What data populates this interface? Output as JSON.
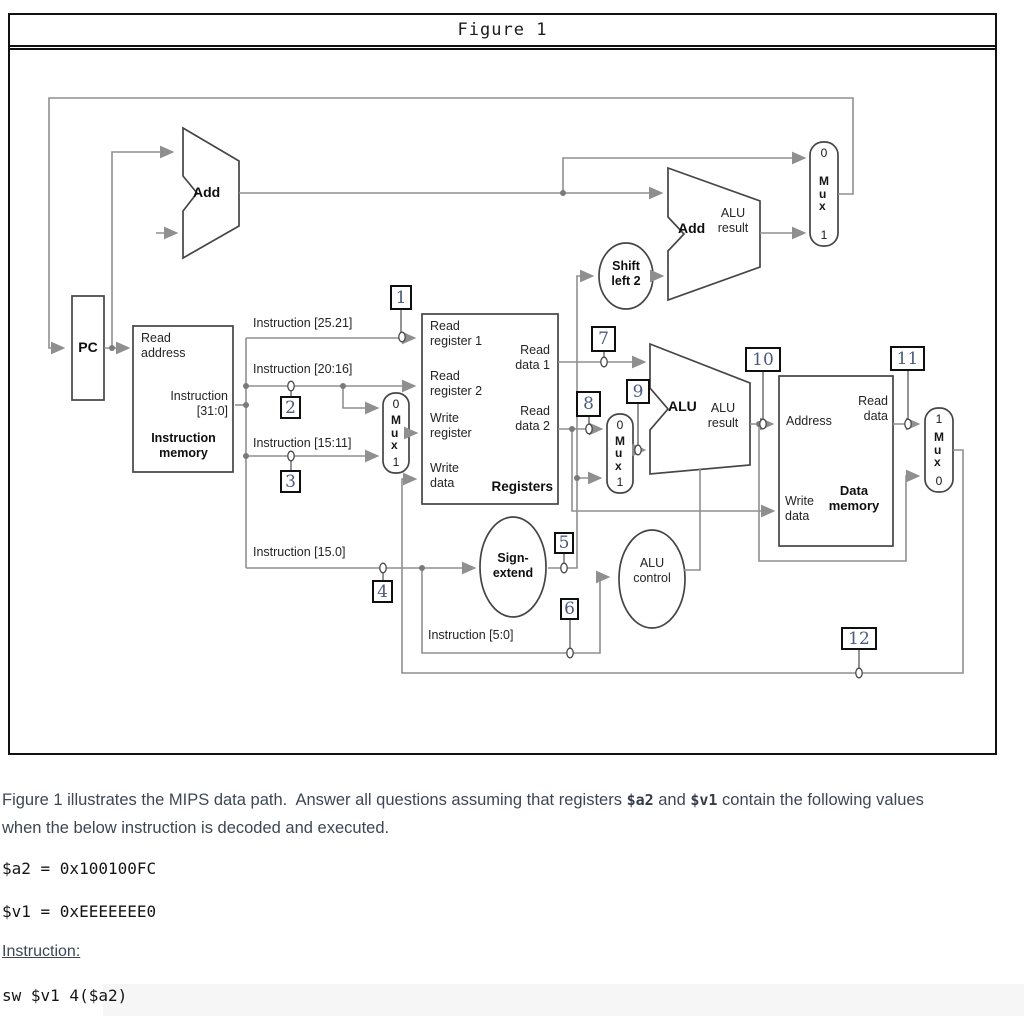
{
  "colors": {
    "wire": "#8f8f8f",
    "component_outline": "#454545",
    "tag_border": "#0f0f0f",
    "tag_digit": "#4a5a82",
    "caption_text": "#3c4756",
    "code_text": "#141414"
  },
  "figure": {
    "title": "Figure 1",
    "pc_label": "PC",
    "instruction_memory": {
      "read_address": "Read\naddress",
      "instruction_31_0": "Instruction\n[31:0]",
      "name": "Instruction\nmemory"
    },
    "registers": {
      "read_register_1": "Read\nregister 1",
      "read_data_1": "Read\ndata 1",
      "read_register_2": "Read\nregister 2",
      "write_register": "Write\nregister",
      "read_data_2": "Read\ndata 2",
      "write_data": "Write\ndata",
      "name": "Registers"
    },
    "data_memory": {
      "address": "Address",
      "read_data": "Read\ndata",
      "write_data": "Write\ndata",
      "name": "Data\nmemory"
    },
    "adder_pc_label": "Add",
    "adder_branch": {
      "label": "Add",
      "result": "ALU\nresult"
    },
    "alu": {
      "label": "ALU",
      "result": "ALU\nresult"
    },
    "shift_left_2": "Shift\nleft 2",
    "sign_extend": "Sign-\nextend",
    "alu_control": "ALU\ncontrol",
    "wire_labels": {
      "instr_25_21": "Instruction [25.21]",
      "instr_20_16": "Instruction [20:16]",
      "instr_15_11": "Instruction [15:11]",
      "instr_15_0": "Instruction [15.0]",
      "instr_5_0": "Instruction [5:0]"
    },
    "mux": {
      "m": "M",
      "u": "u",
      "x": "x",
      "zero": "0",
      "one": "1"
    },
    "tags": {
      "t1": "1",
      "t2": "2",
      "t3": "3",
      "t4": "4",
      "t5": "5",
      "t6": "6",
      "t7": "7",
      "t8": "8",
      "t9": "9",
      "t10": "10",
      "t11": "11",
      "t12": "12"
    }
  },
  "caption": {
    "intro_1": "Figure 1 illustrates the MIPS data path.  Answer all questions assuming that registers ",
    "reg_a2": "$a2",
    "intro_2": " and ",
    "reg_v1": "$v1",
    "intro_3": " contain the following values when the below instruction is decoded and executed.",
    "value_a2": "$a2 = 0x100100FC",
    "value_v1": "$v1 = 0xEEEEEEE0",
    "instruction_heading": "Instruction:",
    "instruction_code": "sw $v1 4($a2)"
  }
}
